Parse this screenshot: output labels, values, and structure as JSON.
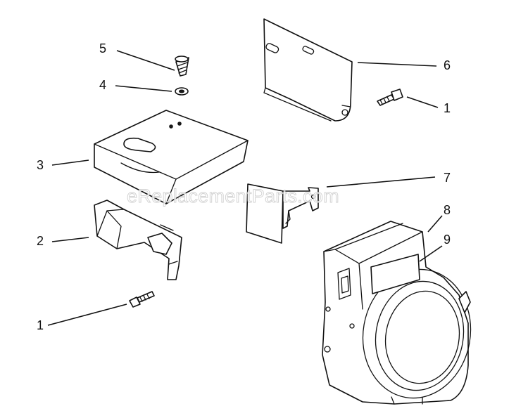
{
  "watermark": "eReplacementParts.com",
  "callouts": {
    "c1_top": "1",
    "c1_bottom": "1",
    "c2": "2",
    "c3": "3",
    "c4": "4",
    "c5": "5",
    "c6": "6",
    "c7": "7",
    "c8": "8",
    "c9": "9"
  }
}
